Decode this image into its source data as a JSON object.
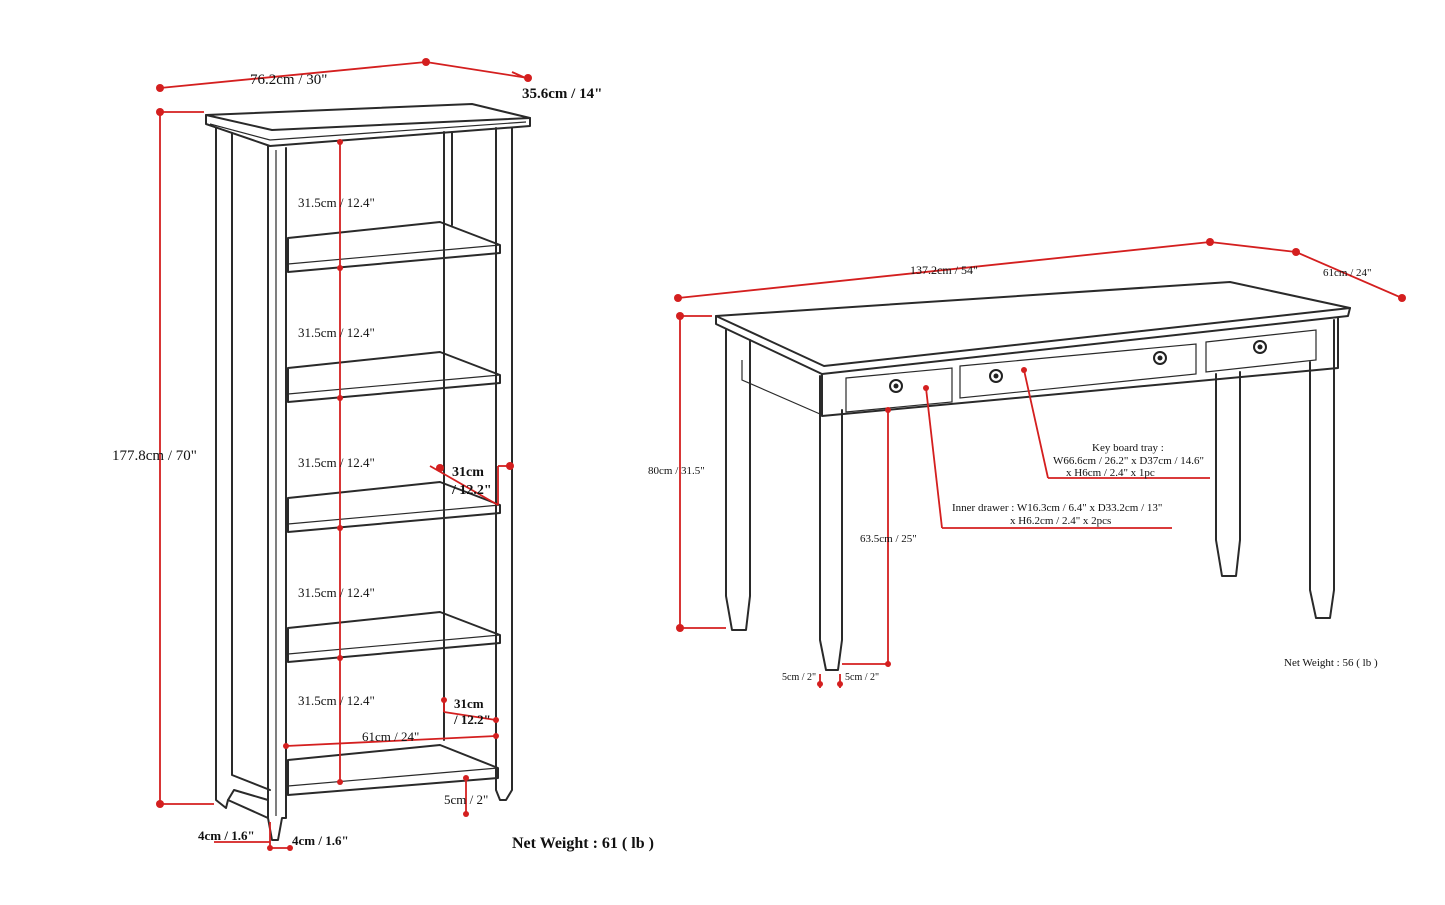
{
  "bookcase": {
    "width_label": "76.2cm / 30\"",
    "depth_label": "35.6cm / 14\"",
    "height_label": "177.8cm / 70\"",
    "shelf_gap_labels": [
      "31.5cm / 12.4\"",
      "31.5cm / 12.4\"",
      "31.5cm / 12.4\"",
      "31.5cm / 12.4\"",
      "31.5cm / 12.4\""
    ],
    "shelf_depth_label_top": [
      "31cm",
      "/ 12.2\""
    ],
    "shelf_depth_label_bottom": [
      "31cm",
      "/ 12.2\""
    ],
    "inner_width_label": "61cm / 24\"",
    "base_height_label": "5cm / 2\"",
    "leg_left_label": "4cm / 1.6\"",
    "leg_right_label": "4cm / 1.6\"",
    "net_weight": "Net Weight : 61 ( lb )"
  },
  "desk": {
    "width_label": "137.2cm / 54\"",
    "depth_label": "61cm / 24\"",
    "height_label": "80cm / 31.5\"",
    "knee_height_label": "63.5cm / 25\"",
    "leg_label_a": "5cm / 2\"",
    "leg_label_b": "5cm / 2\"",
    "keyboard_tray": [
      "Key board tray :",
      "W66.6cm / 26.2\" x D37cm / 14.6\"",
      "x H6cm / 2.4\" x 1pc"
    ],
    "inner_drawer": [
      "Inner drawer : W16.3cm / 6.4\" x D33.2cm / 13\"",
      "x H6.2cm / 2.4\" x 2pcs"
    ],
    "net_weight": "Net Weight : 56 ( lb )"
  },
  "colors": {
    "dimension": "#d41f1f",
    "outline": "#2a2a2a",
    "background": "#ffffff"
  }
}
